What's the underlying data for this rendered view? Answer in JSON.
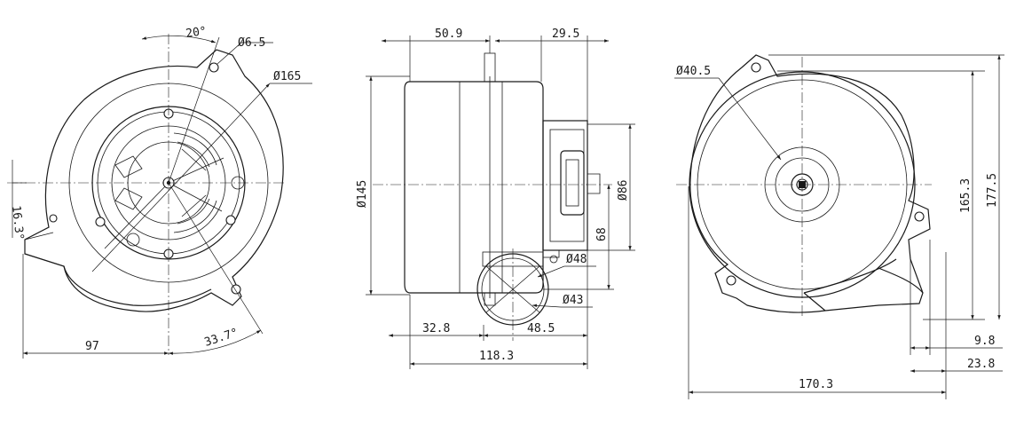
{
  "views": {
    "front": {
      "dims": {
        "angle_top": "20°",
        "mount_hole": "Ø6.5",
        "mount_circle": "Ø165",
        "left_offset": "16.3°",
        "width_97": "97",
        "angle_bottom": "33.7°"
      }
    },
    "side": {
      "dims": {
        "top_left": "50.9",
        "top_right": "29.5",
        "body_dia": "Ø145",
        "connector_dia": "Ø86",
        "connector_offset": "68",
        "outlet_outer": "Ø48",
        "outlet_inner": "Ø43",
        "bottom_left": "32.8",
        "bottom_mid": "48.5",
        "overall_width": "118.3"
      }
    },
    "rear": {
      "dims": {
        "shaft_dia": "Ø40.5",
        "height_165": "165.3",
        "height_177": "177.5",
        "offset_98": "9.8",
        "offset_238": "23.8",
        "overall_width": "170.3"
      }
    }
  }
}
